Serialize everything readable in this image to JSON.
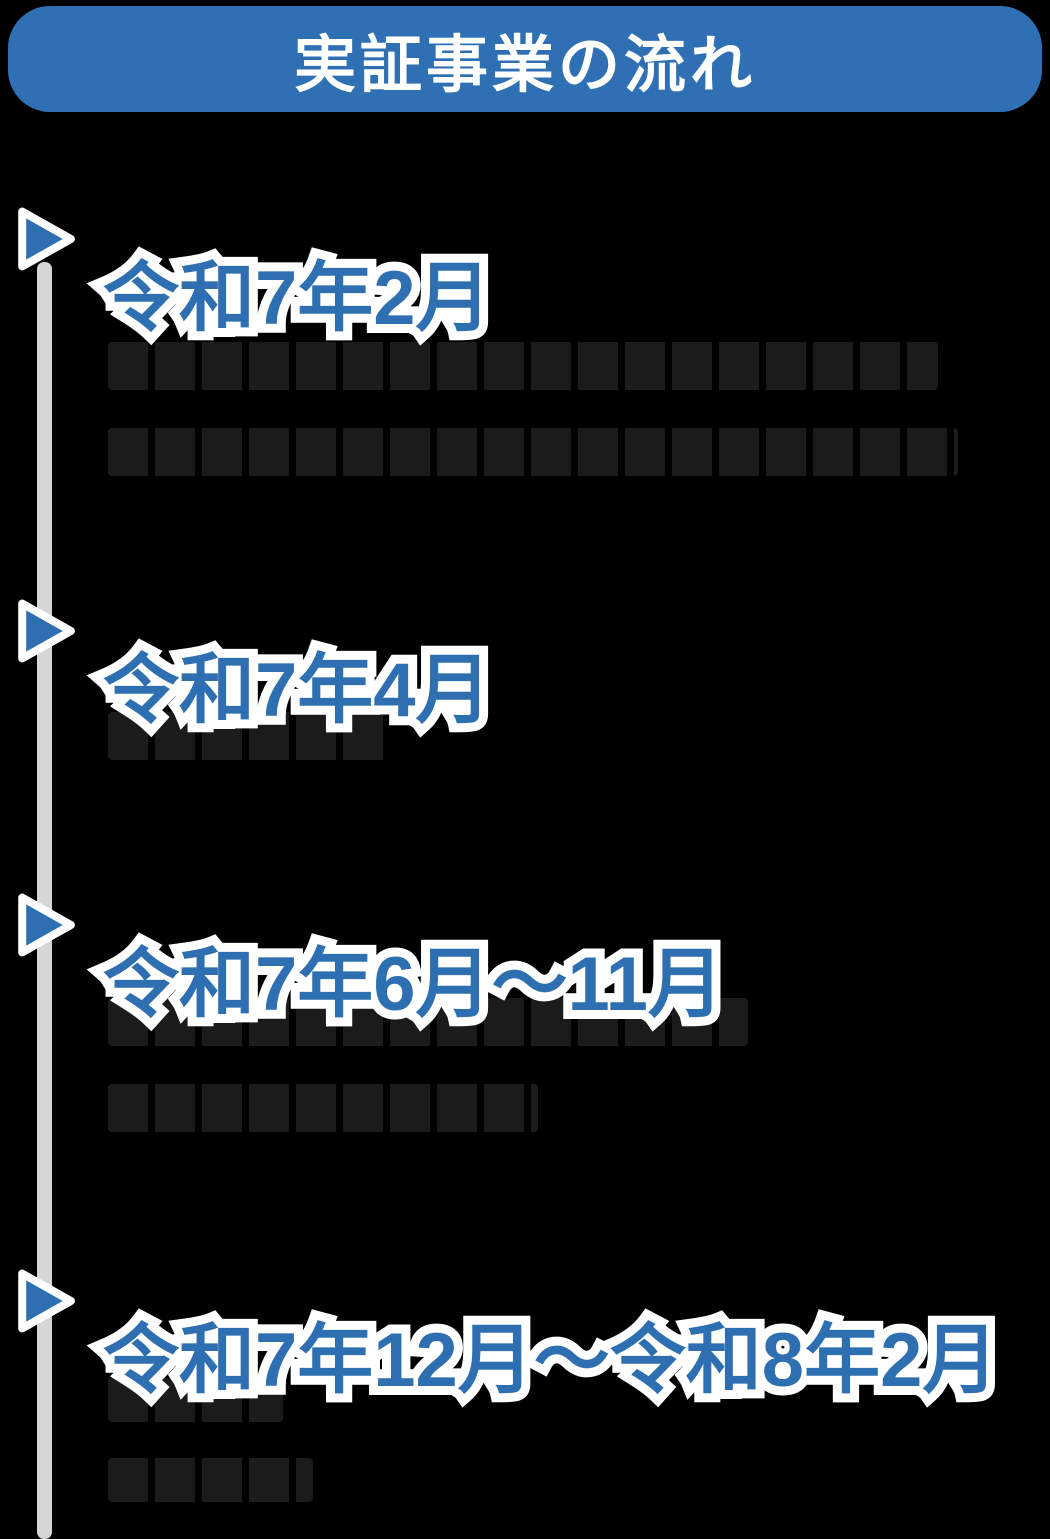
{
  "banner": {
    "title": "実証事業の流れ"
  },
  "colors": {
    "accent": "#2e6fb2",
    "banner_bg": "#2f70b5",
    "banner_text": "#ffffff",
    "line": "#d6d6d6",
    "page_bg": "#000000",
    "note": "#1b1b1b"
  },
  "timeline": {
    "milestones": [
      {
        "date": "令和7年2月",
        "body_lines": 2
      },
      {
        "date": "令和7年4月",
        "body_lines": 1
      },
      {
        "date": "令和7年6月〜11月",
        "body_lines": 2
      },
      {
        "date": "令和7年12月〜令和8年2月",
        "body_lines": 2
      }
    ]
  },
  "icons": {
    "marker": "right-triangle-icon"
  }
}
